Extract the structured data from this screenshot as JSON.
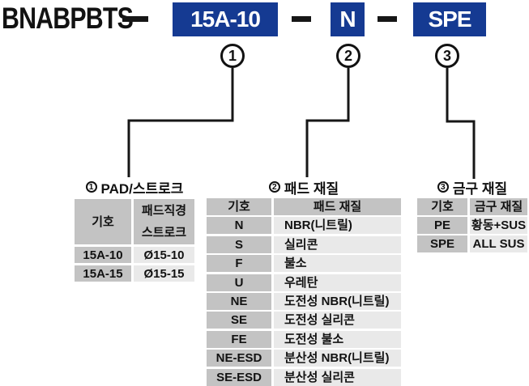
{
  "colors": {
    "code_box_blue": "#153a92",
    "cell_gray": "#c3c3c3",
    "cell_light": "#e9e9e9"
  },
  "model_code": {
    "prefix": "BNABPBTS",
    "separator": "-",
    "segments": [
      "15A-10",
      "N",
      "SPE"
    ]
  },
  "callouts": [
    {
      "number": "1"
    },
    {
      "number": "2"
    },
    {
      "number": "3"
    }
  ],
  "tables": [
    {
      "callout_number": "1",
      "title": "PAD/스트로크",
      "columns": [
        "기호",
        "패드직경\n스트로크"
      ],
      "rows": [
        [
          "15A-10",
          "Ø15-10"
        ],
        [
          "15A-15",
          "Ø15-15"
        ]
      ]
    },
    {
      "callout_number": "2",
      "title": "패드 재질",
      "columns": [
        "기호",
        "패드 재질"
      ],
      "rows": [
        [
          "N",
          "NBR(니트릴)"
        ],
        [
          "S",
          "실리콘"
        ],
        [
          "F",
          "불소"
        ],
        [
          "U",
          "우레탄"
        ],
        [
          "NE",
          "도전성 NBR(니트릴)"
        ],
        [
          "SE",
          "도전성 실리콘"
        ],
        [
          "FE",
          "도전성 불소"
        ],
        [
          "NE-ESD",
          "분산성 NBR(니트릴)"
        ],
        [
          "SE-ESD",
          "분산성 실리콘"
        ]
      ]
    },
    {
      "callout_number": "3",
      "title": "금구 재질",
      "columns": [
        "기호",
        "금구 재질"
      ],
      "rows": [
        [
          "PE",
          "황동+SUS"
        ],
        [
          "SPE",
          "ALL SUS"
        ]
      ]
    }
  ]
}
